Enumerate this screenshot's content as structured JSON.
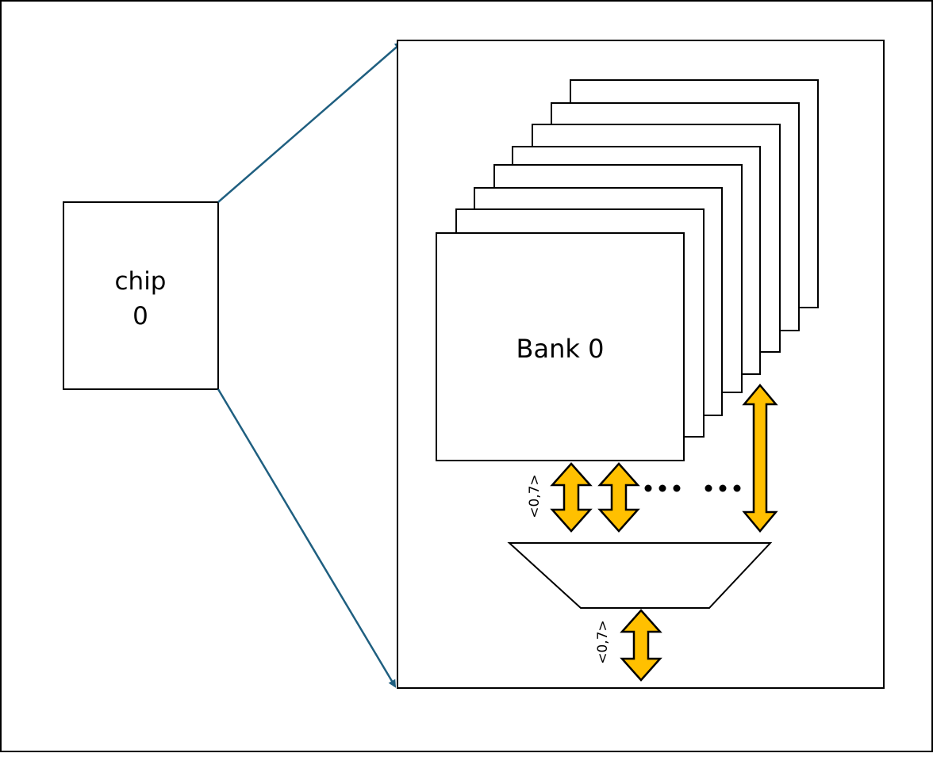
{
  "chip": {
    "line1": "chip",
    "line2": "0"
  },
  "bank": {
    "label": "Bank 0",
    "stack_count": 8
  },
  "bus_width_label_upper": "<0,7>",
  "bus_width_label_lower": "<0,7>",
  "colors": {
    "border": "#000000",
    "zoom_line": "#1f5f80",
    "arrow_fill": "#ffc000",
    "arrow_stroke": "#000000"
  }
}
